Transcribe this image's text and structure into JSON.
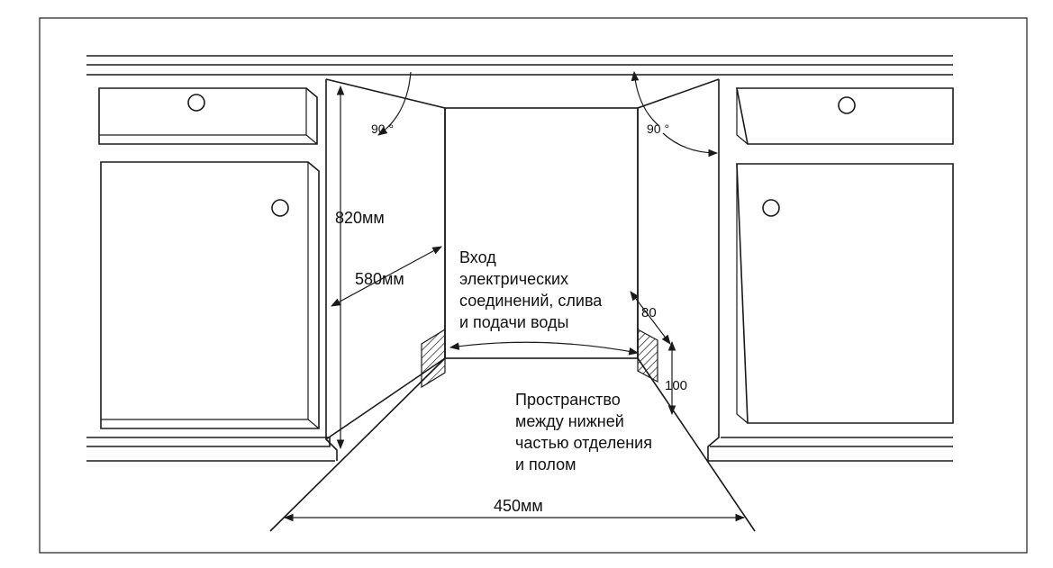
{
  "labels": {
    "angle_left": "90 °",
    "angle_right": "90 °",
    "height": "820мм",
    "depth": "580мм",
    "width": "450мм",
    "inlet": [
      "Вход",
      "электрических",
      "соединений, слива",
      "и подачи воды"
    ],
    "gap_80": "80",
    "gap_100": "100",
    "floor_space": [
      "Пространство",
      "между нижней",
      "частью отделения",
      "и полом"
    ]
  },
  "colors": {
    "line": "#1a1a1a",
    "text": "#111111",
    "background": "#ffffff"
  }
}
